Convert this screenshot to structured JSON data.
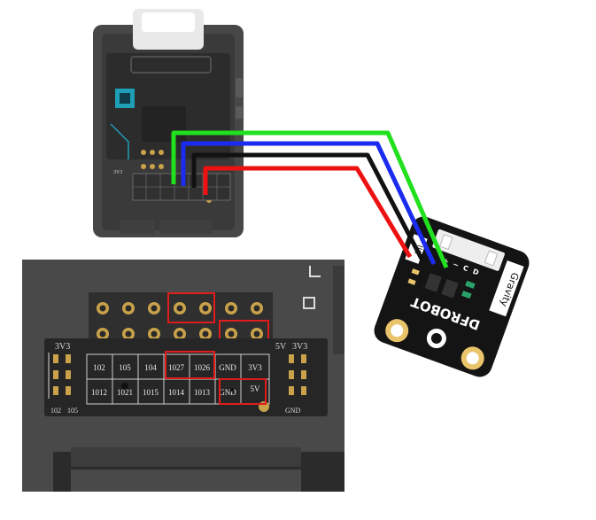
{
  "top_device": {
    "header_labels": [
      "3V3",
      "5V",
      "3V3"
    ]
  },
  "pin_header": {
    "left_label_top": "3V3",
    "left_labels_bottom": [
      "102",
      "105"
    ],
    "right_labels_top": [
      "5V",
      "3V3"
    ],
    "right_label_bottom": "GND",
    "grid_top": [
      "102",
      "105",
      "104",
      "1027",
      "1026",
      "GND",
      "3V3"
    ],
    "grid_bottom": [
      "1012",
      "1021",
      "1015",
      "1014",
      "1013",
      "GND",
      "5V"
    ]
  },
  "sensor_board": {
    "brand": "DFROBOT",
    "badge": "Gravity",
    "interface": "IIC",
    "pin_marks": [
      "+",
      "−",
      "C",
      "D"
    ]
  },
  "wires": [
    {
      "color": "#22e01e"
    },
    {
      "color": "#1b2bf0"
    },
    {
      "color": "#111111"
    },
    {
      "color": "#ee1111"
    }
  ],
  "highlight_color": "#e01c1c"
}
